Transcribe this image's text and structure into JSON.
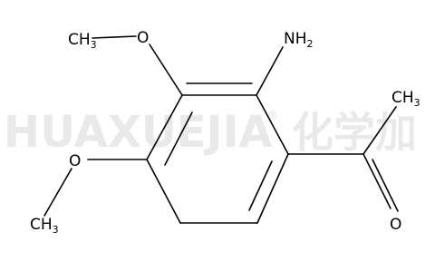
{
  "watermark": {
    "latin": "HUAXUEJIA",
    "registered": "®",
    "chinese": "化学加"
  },
  "labels": {
    "methyl_top": {
      "main": "CH",
      "sub": "3"
    },
    "oxygen_top": "O",
    "amino": {
      "main": "NH",
      "sub": "2"
    },
    "acetyl_methyl": {
      "main": "CH",
      "sub": "3"
    },
    "oxygen_left": "O",
    "methyl_bottom": {
      "main": "CH",
      "sub": "3"
    },
    "carbonyl_oxygen": "O"
  },
  "colors": {
    "bond": "#000000",
    "text": "#000000",
    "watermark": "#e9e9e9",
    "background": "#ffffff"
  }
}
